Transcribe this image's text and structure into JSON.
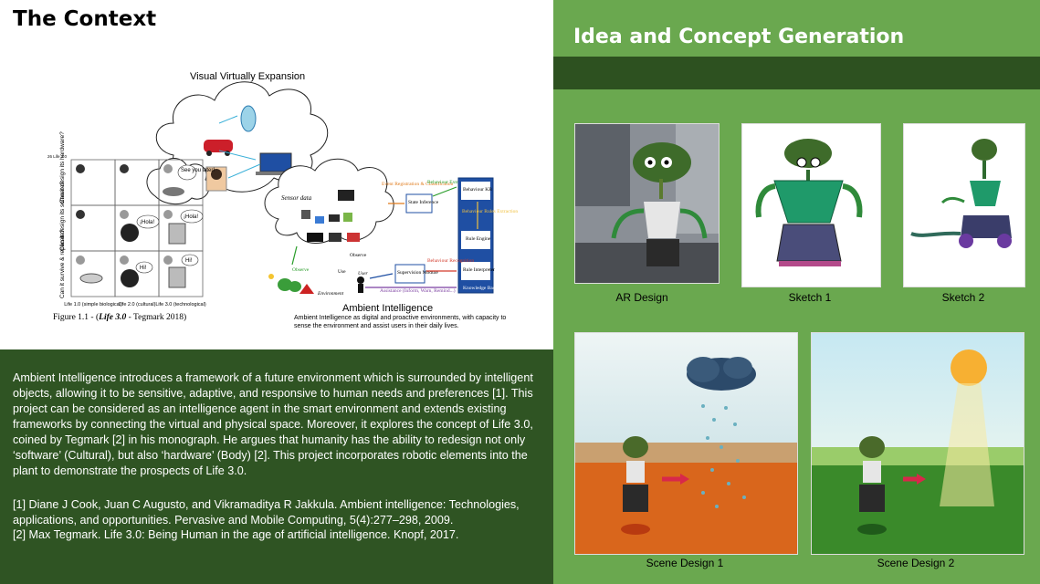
{
  "left": {
    "title": "The Context",
    "figure": {
      "cloud_title": "Visual Virtually Expansion",
      "grid_page": "26  Life 3.0",
      "row_labels": [
        "Can it design its hardware?",
        "Can it design its software?",
        "Can it survive & replicate?"
      ],
      "col_labels": [
        "Life 1.0 (simple biological)",
        "Life 2.0 (cultural)",
        "Life 3.0 (technological)"
      ],
      "bubbles": {
        "see_you": "See you later!",
        "hola1": "¡Hola!",
        "hola2": "¡Hola!",
        "hi1": "Hi!",
        "hi2": "Hi!"
      },
      "caption_prefix": "Figure 1.1 - (",
      "caption_italic": "Life 3.0",
      "caption_suffix": " - Tegmark 2018)",
      "ambient": {
        "sensor_data": "Sensor data",
        "event_registration": "Event Registration & Classification",
        "state_inference": "State Inference",
        "behaviour_extraction": "Behaviour Extraction",
        "behaviour_kb": "Behaviour KB",
        "behaviour_rules": "Behaviour Rules Extraction",
        "rule_engine": "Rule Engine",
        "rule_interpreter": "Rule Interpreter",
        "knowledge_base": "Knowledge Base",
        "supervision_module": "Supervision Module",
        "behaviour_recognition": "Behaviour Recognition",
        "assistance": "Assistance (Inform, Warn, Remind...)",
        "observe1": "Observe",
        "observe2": "Observe",
        "use": "Use",
        "user": "User",
        "environment": "Environment",
        "title": "Ambient Intelligence",
        "description": "Ambient Intelligence as digital and proactive environments, with capacity to sense the environment and assist users in their daily lives."
      }
    },
    "body": "Ambient Intelligence introduces a framework of a future environment which is surrounded by intelligent objects, allowing it to be sensitive, adaptive, and responsive to human needs and preferences [1]. This project can be considered as an intelligence agent in the smart environment and extends existing frameworks by connecting the virtual and physical space. Moreover, it explores the concept of Life 3.0, coined by Tegmark [2] in his monograph. He argues that humanity has the ability to redesign not only ‘software’ (Cultural), but also ‘hardware’ (Body) [2]. This project incorporates robotic elements into the plant to demonstrate the prospects of Life 3.0.",
    "refs": [
      "[1] Diane J Cook, Juan C Augusto, and Vikramaditya R Jakkula. Ambient intelligence: Technologies, applications, and opportunities. Pervasive and Mobile Computing, 5(4):277–298, 2009.",
      "[2] Max Tegmark. Life 3.0: Being Human in the age of artificial intelligence. Knopf, 2017."
    ]
  },
  "right": {
    "title": "Idea and Concept Generation",
    "captions": {
      "ar": "AR Design",
      "sketch1": "Sketch 1",
      "sketch2": "Sketch 2",
      "scene1": "Scene Design 1",
      "scene2": "Scene Design 2"
    }
  },
  "colors": {
    "dark_green": "#2f5423",
    "light_green": "#6aa84f"
  }
}
